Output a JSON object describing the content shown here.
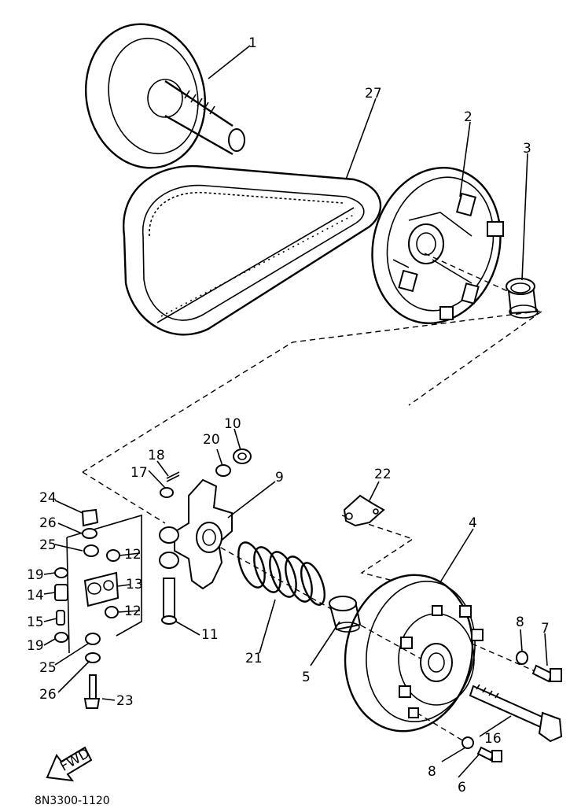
{
  "diagram_code": "8N3300-1120",
  "fwd_label": "FWD",
  "callouts": [
    "1",
    "2",
    "3",
    "4",
    "5",
    "6",
    "7",
    "8",
    "8",
    "9",
    "10",
    "11",
    "12",
    "12",
    "13",
    "14",
    "15",
    "16",
    "17",
    "18",
    "19",
    "19",
    "20",
    "21",
    "22",
    "23",
    "24",
    "25",
    "25",
    "26",
    "26",
    "27"
  ]
}
